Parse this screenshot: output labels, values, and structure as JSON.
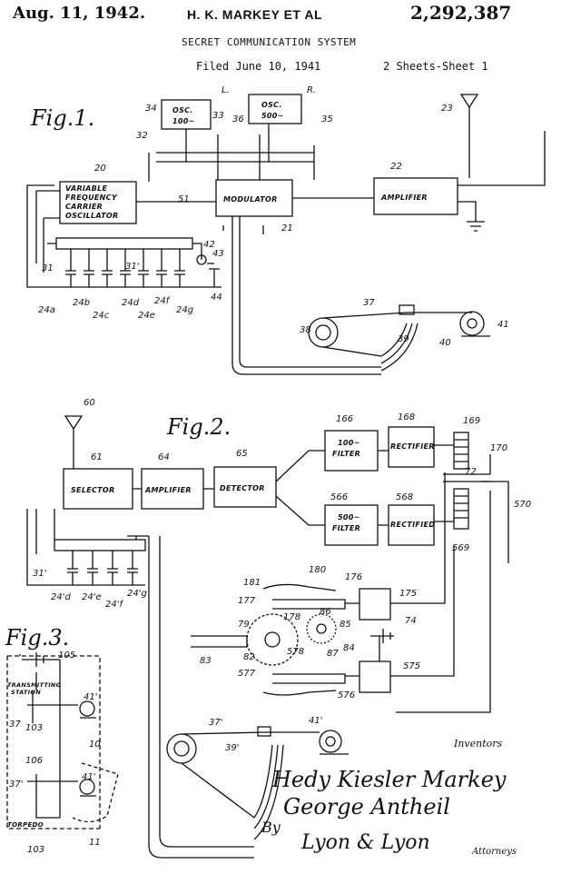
{
  "header": {
    "date": "Aug. 11, 1942.",
    "inventors": "H. K. MARKEY ET AL",
    "patent_number": "2,292,387",
    "title": "SECRET COMMUNICATION SYSTEM",
    "filed": "Filed June 10, 1941",
    "sheet": "2 Sheets-Sheet 1"
  },
  "figures": {
    "fig1": "Fig.1.",
    "fig2": "Fig.2.",
    "fig3": "Fig.3."
  },
  "fig1": {
    "osc_100": [
      "OSC.",
      "100~"
    ],
    "osc_500": [
      "OSC.",
      "500~"
    ],
    "vfco": [
      "VARIABLE",
      "FREQUENCY",
      "CARRIER",
      "OSCILLATOR"
    ],
    "modulator": "MODULATOR",
    "amplifier": "AMPLIFIER",
    "left_mark": "L.",
    "right_mark": "R."
  },
  "fig2": {
    "selector": "SELECTOR",
    "amplifier": "AMPLIFIER",
    "detector": "DETECTOR",
    "filter_100": [
      "100~",
      "FILTER"
    ],
    "filter_500": [
      "500~",
      "FILTER"
    ],
    "rectifier_top": "RECTIFIER",
    "rectifier_bottom": "RECTIFIED"
  },
  "fig3": {
    "transmitting": [
      "TRANSMITTING",
      "STATION"
    ],
    "torpedo": "TORPEDO"
  },
  "refs": {
    "r34": "34",
    "r33": "33",
    "r36": "36",
    "r35": "35",
    "r23": "23",
    "r32": "32",
    "r20": "20",
    "r22": "22",
    "r21": "21",
    "r51": "51",
    "r42": "42",
    "r43": "43",
    "r31": "31",
    "r31p": "31'",
    "r44": "44",
    "r24a": "24a",
    "r24b": "24b",
    "r24c": "24c",
    "r24d": "24d",
    "r24e": "24e",
    "r24f": "24f",
    "r24g": "24g",
    "r37": "37",
    "r38": "38",
    "r39": "39",
    "r40": "40",
    "r41": "41",
    "r60": "60",
    "r61": "61",
    "r64": "64",
    "r65": "65",
    "r166": "166",
    "r168": "168",
    "r169": "169",
    "r170": "170",
    "r72": "72",
    "r566": "566",
    "r568": "568",
    "r570": "570",
    "r569": "569",
    "r31q": "31'",
    "r24d2": "24'd",
    "r24e2": "24'e",
    "r24f2": "24'f",
    "r24g2": "24'g",
    "r181": "181",
    "r180": "180",
    "r176": "176",
    "r177": "177",
    "r175": "175",
    "r178": "178",
    "r86": "86",
    "r85": "85",
    "r79": "79",
    "r74": "74",
    "r82": "82",
    "r578": "578",
    "r87": "87",
    "r84": "84",
    "r83": "83",
    "r577": "577",
    "r575": "575",
    "r576": "576",
    "r37p": "37'",
    "r39p": "39'",
    "r41p": "41'",
    "r105": "105",
    "r41q": "41'",
    "r37q": "37",
    "r103": "103",
    "r10": "10",
    "r106": "106",
    "r37r": "37'",
    "r41r": "41'",
    "r103b": "103",
    "r11": "11"
  },
  "signature": {
    "inventors_label": "Inventors",
    "name1": "Hedy Kiesler Markey",
    "name2": "George Antheil",
    "by": "By",
    "attorney_sig": "Lyon & Lyon",
    "attorneys": "Attorneys"
  }
}
